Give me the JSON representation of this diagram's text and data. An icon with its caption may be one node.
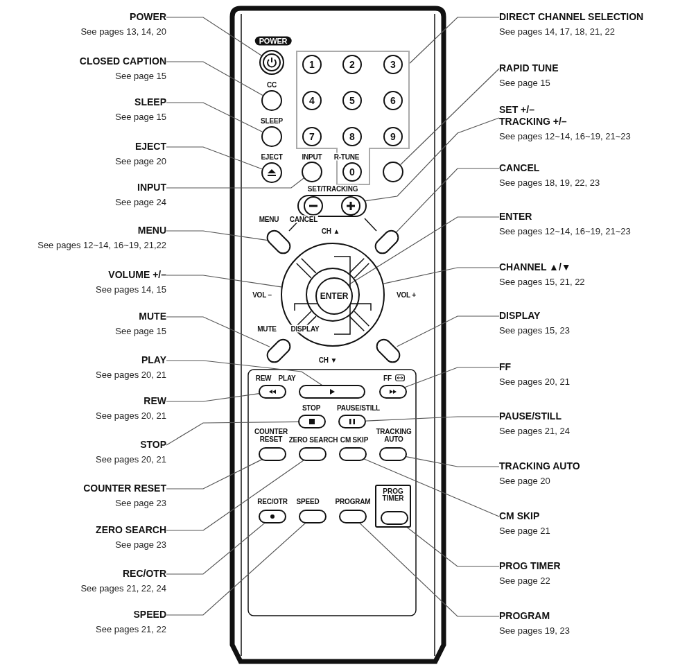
{
  "diagram": {
    "nodes": [
      {
        "text": [
          "POWER",
          "See pages 13, 14, 20"
        ]
      },
      {
        "text": [
          "CLOSED CAPTION",
          "See page 15"
        ]
      },
      {
        "text": [
          "SLEEP",
          "See page 15"
        ]
      },
      {
        "text": [
          "EJECT",
          "See page 20"
        ]
      },
      {
        "text": [
          "INPUT",
          "See page 24"
        ]
      },
      {
        "text": [
          "MENU",
          "See pages 12~14, 16~19, 21,22"
        ]
      },
      {
        "text": [
          "VOLUME +/–",
          "See pages 14, 15"
        ]
      },
      {
        "text": [
          "MUTE",
          "See page 15"
        ]
      },
      {
        "text": [
          "PLAY",
          "See pages 20, 21"
        ]
      },
      {
        "text": [
          "REW",
          "See pages 20, 21"
        ]
      },
      {
        "text": [
          "STOP",
          "See pages 20, 21"
        ]
      },
      {
        "text": [
          "COUNTER RESET",
          "See page 23"
        ]
      },
      {
        "text": [
          "ZERO SEARCH",
          "See page 23"
        ]
      },
      {
        "text": [
          "REC/OTR",
          "See pages 21, 22, 24"
        ]
      },
      {
        "text": [
          "SPEED",
          "See pages 21, 22"
        ]
      },
      {
        "text": [
          "DIRECT CHANNEL SELECTION",
          "See pages 14, 17, 18, 21, 22"
        ]
      },
      {
        "text": [
          "RAPID TUNE",
          "See page 15"
        ]
      },
      {
        "text": [
          "SET +/– TRACKING +/–",
          "See pages 12~14, 16~19, 21~23"
        ]
      },
      {
        "text": [
          "CANCEL",
          "See pages 18, 19, 22, 23"
        ]
      },
      {
        "text": [
          "ENTER",
          "See pages 12~14, 16~19, 21~23"
        ]
      },
      {
        "text": [
          "CHANNEL ▲/▼",
          "See pages 15, 21, 22"
        ]
      },
      {
        "text": [
          "DISPLAY",
          "See pages 15, 23"
        ]
      },
      {
        "text": [
          "FF",
          "See pages 20, 21"
        ]
      },
      {
        "text": [
          "PAUSE/STILL",
          "See pages 21, 24"
        ]
      },
      {
        "text": [
          "TRACKING AUTO",
          "See page 20"
        ]
      },
      {
        "text": [
          "CM SKIP",
          "See page 21"
        ]
      },
      {
        "text": [
          "PROG TIMER",
          "See page 22"
        ]
      },
      {
        "text": [
          "PROGRAM",
          "See pages 19, 23"
        ]
      },
      {
        "text": [],
        "shape": "circle",
        "beside": [
          "POWER"
        ]
      },
      {
        "text": [],
        "shape": "box"
      },
      {
        "text": [
          "1"
        ],
        "in": 29
      },
      {
        "text": [
          "2"
        ],
        "in": 29
      },
      {
        "text": [
          "3"
        ],
        "in": 29
      },
      {
        "text": [
          "4"
        ],
        "in": 29
      },
      {
        "text": [
          "5"
        ],
        "in": 29
      },
      {
        "text": [
          "6"
        ],
        "in": 29
      },
      {
        "text": [
          "7"
        ],
        "in": 29
      },
      {
        "text": [
          "8"
        ],
        "in": 29
      },
      {
        "text": [
          "9"
        ],
        "in": 29
      },
      {
        "text": [],
        "shape": "circle",
        "beside": [
          "CC"
        ]
      },
      {
        "text": [],
        "shape": "circle",
        "beside": [
          "SLEEP"
        ]
      },
      {
        "text": [],
        "shape": "circle",
        "beside": [
          "EJECT"
        ]
      },
      {
        "text": [],
        "shape": "circle",
        "beside": [
          "INPUT"
        ]
      },
      {
        "text": [
          "0"
        ],
        "in": 29
      },
      {
        "text": [],
        "shape": "circle"
      },
      {
        "text": [],
        "shape": "oval",
        "beside": [
          "SET/TRACKING"
        ]
      },
      {
        "text": [],
        "shape": "oval",
        "beside": [
          "MENU"
        ]
      },
      {
        "text": [],
        "shape": "oval"
      },
      {
        "text": [],
        "shape": "circle",
        "beside": [
          "CH ▲",
          "VOL –",
          "VOL +",
          "CH ▼"
        ]
      },
      {
        "text": [
          "ENTER"
        ],
        "in": 48
      },
      {
        "text": [],
        "shape": "oval",
        "beside": [
          "MUTE"
        ]
      },
      {
        "text": [],
        "shape": "oval"
      },
      {
        "text": [],
        "shape": "oval",
        "beside": [
          "REW"
        ]
      },
      {
        "text": [],
        "shape": "oval",
        "beside": [
          "PLAY"
        ]
      },
      {
        "text": [],
        "shape": "oval",
        "beside": [
          "FF"
        ]
      },
      {
        "text": [],
        "shape": "oval",
        "beside": [
          "STOP"
        ]
      },
      {
        "text": [],
        "shape": "oval",
        "beside": [
          "PAUSE/STILL"
        ]
      },
      {
        "text": [],
        "shape": "oval",
        "beside": [
          "COUNTER RESET"
        ]
      },
      {
        "text": [],
        "shape": "oval",
        "beside": [
          "ZERO SEARCH"
        ]
      },
      {
        "text": [],
        "shape": "oval",
        "beside": [
          "CM SKIP"
        ]
      },
      {
        "text": [],
        "shape": "oval",
        "beside": [
          "TRACKING AUTO"
        ]
      },
      {
        "text": [
          "PROG TIMER"
        ]
      },
      {
        "text": [],
        "shape": "oval",
        "beside": [
          "REC/OTR"
        ]
      },
      {
        "text": [],
        "shape": "oval",
        "beside": [
          "SPEED"
        ]
      },
      {
        "text": [],
        "shape": "oval",
        "beside": [
          "PROGRAM"
        ]
      },
      {
        "text": [],
        "shape": "oval",
        "in": 61
      }
    ],
    "edges": [
      {
        "from": 0,
        "to": 28,
        "arrow": "none"
      },
      {
        "from": 1,
        "to": 39,
        "arrow": "none"
      },
      {
        "from": 2,
        "to": 40,
        "arrow": "none"
      },
      {
        "from": 3,
        "to": 41,
        "arrow": "none"
      },
      {
        "from": 4,
        "to": 42,
        "arrow": "none"
      },
      {
        "from": 5,
        "to": 46,
        "arrow": "none"
      },
      {
        "from": 6,
        "to": 48,
        "arrow": "none"
      },
      {
        "from": 7,
        "to": 50,
        "arrow": "none"
      },
      {
        "from": 8,
        "to": 53,
        "arrow": "none"
      },
      {
        "from": 9,
        "to": 52,
        "arrow": "none"
      },
      {
        "from": 10,
        "to": 55,
        "arrow": "none"
      },
      {
        "from": 11,
        "to": 57,
        "arrow": "none"
      },
      {
        "from": 12,
        "to": 58,
        "arrow": "none"
      },
      {
        "from": 13,
        "to": 62,
        "arrow": "none"
      },
      {
        "from": 14,
        "to": 63,
        "arrow": "none"
      },
      {
        "from": 15,
        "to": 29,
        "arrow": "none"
      },
      {
        "from": 16,
        "to": 44,
        "arrow": "none"
      },
      {
        "from": 17,
        "to": 45,
        "arrow": "none"
      },
      {
        "from": 18,
        "to": 47,
        "arrow": "none"
      },
      {
        "from": 19,
        "to": 49,
        "arrow": "none"
      },
      {
        "from": 20,
        "to": 48,
        "arrow": "none"
      },
      {
        "from": 21,
        "to": 51,
        "arrow": "none"
      },
      {
        "from": 22,
        "to": 54,
        "arrow": "none"
      },
      {
        "from": 23,
        "to": 56,
        "arrow": "none"
      },
      {
        "from": 24,
        "to": 60,
        "arrow": "none"
      },
      {
        "from": 25,
        "to": 59,
        "arrow": "none"
      },
      {
        "from": 26,
        "to": 65,
        "arrow": "none"
      },
      {
        "from": 27,
        "to": 64,
        "arrow": "none"
      }
    ],
    "labels": [
      "R-TUNE",
      "CANCEL",
      "DISPLAY"
    ]
  }
}
